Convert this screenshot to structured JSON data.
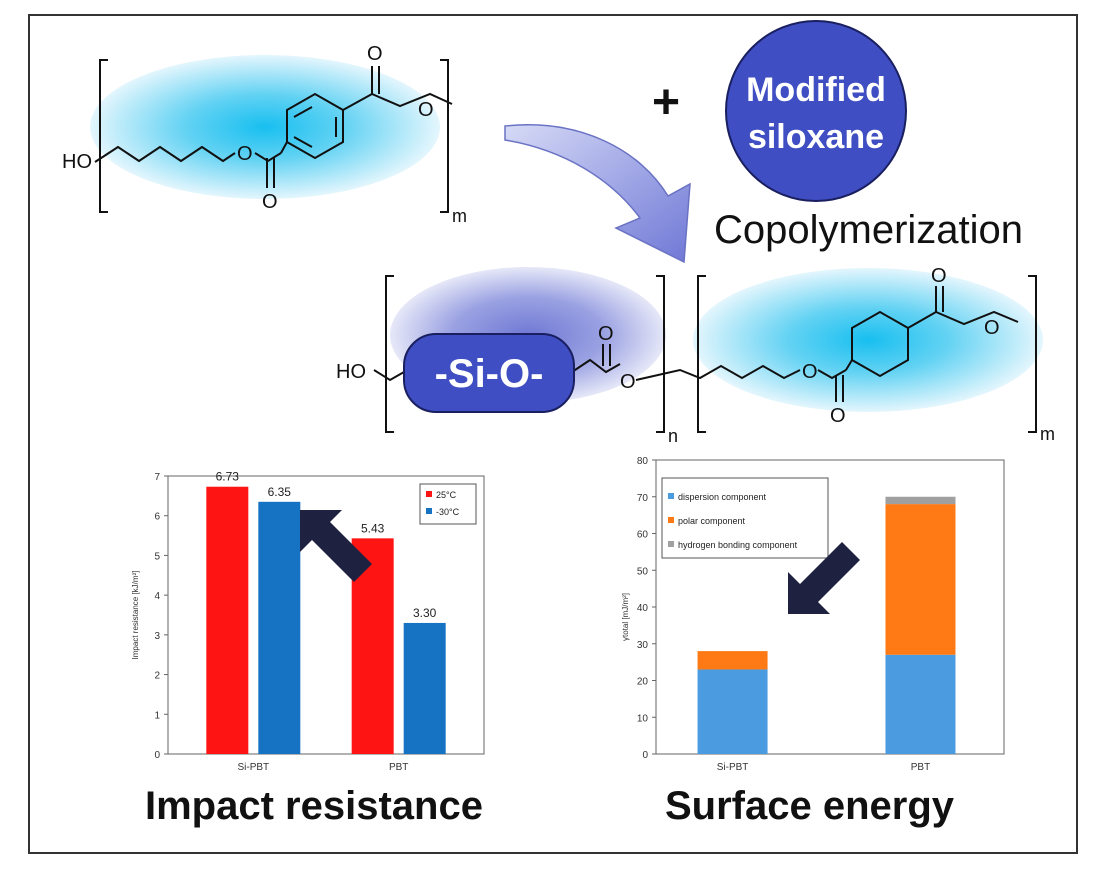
{
  "reaction": {
    "plus": "+",
    "reagent_line1": "Modified",
    "reagent_line2": "siloxane",
    "process": "Copolymerization",
    "pbt_end_group": "HO",
    "pbt_repeat": "m",
    "copolymer_end_group": "HO",
    "siloxane_block": "-Si-O-",
    "siloxane_repeat": "n",
    "pbt_block_repeat": "m",
    "oxygen": "O"
  },
  "colors": {
    "ellipse_cyan": "#29c3ec",
    "ellipse_violet": "#7d86d9",
    "siloxane_ball": "#3f4fc3",
    "arrow": "#8b94df",
    "dark_arrow": "#1e2140",
    "red_bar": "#ff1414",
    "blue_bar": "#1672c2",
    "dispersion": "#4a9be0",
    "polar": "#ff7a14",
    "hydrogen": "#a0a0a0"
  },
  "captions": {
    "impact": "Impact resistance",
    "surface": "Surface energy"
  },
  "chart_data": [
    {
      "type": "bar",
      "title": "",
      "xlabel": "",
      "ylabel": "Impact resistance [kJ/m²]",
      "categories": [
        "Si-PBT",
        "PBT"
      ],
      "series": [
        {
          "name": "25°C",
          "values": [
            6.73,
            5.43
          ],
          "labels": [
            "6.73",
            "5.43"
          ]
        },
        {
          "name": "-30°C",
          "values": [
            6.35,
            3.3
          ],
          "labels": [
            "6.35",
            "3.30"
          ]
        }
      ],
      "ylim": [
        0,
        7
      ],
      "yticks": [
        "0",
        "1",
        "2",
        "3",
        "4",
        "5",
        "6",
        "7"
      ],
      "legend": "top-right",
      "grid": false
    },
    {
      "type": "bar",
      "stacked": true,
      "title": "",
      "xlabel": "",
      "ylabel": "γtotal [mJ/m²]",
      "categories": [
        "Si-PBT",
        "PBT"
      ],
      "series": [
        {
          "name": "dispersion component",
          "values": [
            23,
            27
          ]
        },
        {
          "name": "polar component",
          "values": [
            5,
            41
          ]
        },
        {
          "name": "hydrogen bonding component",
          "values": [
            0,
            2
          ]
        }
      ],
      "ylim": [
        0,
        80
      ],
      "yticks": [
        "0",
        "10",
        "20",
        "30",
        "40",
        "50",
        "60",
        "70",
        "80"
      ],
      "legend": "top-left",
      "grid": false
    }
  ]
}
